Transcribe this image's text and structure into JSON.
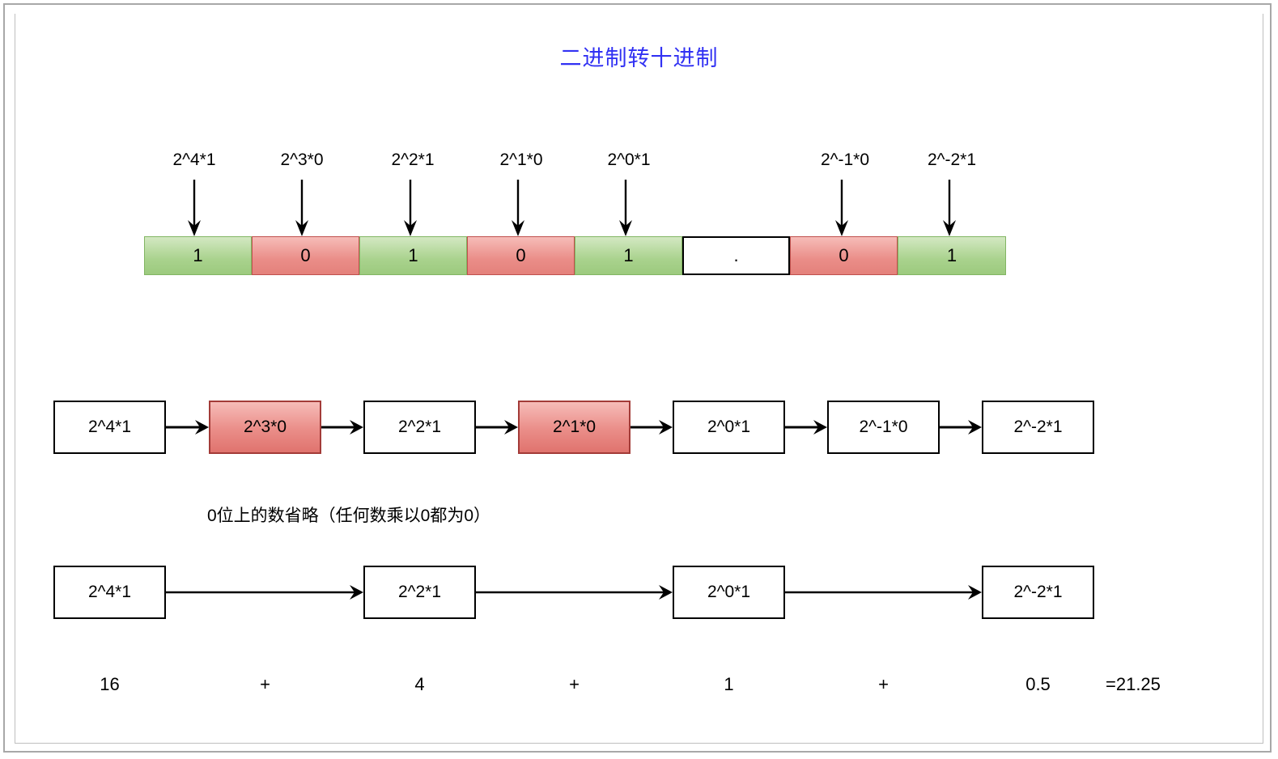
{
  "title": "二进制转十进制",
  "theme": {
    "title_color": "#3131f3",
    "one_cell_color": "#9cca7e",
    "zero_cell_color": "#e4817b",
    "box_border_color": "#000000",
    "frame_color": "#a8a8a8"
  },
  "power_labels": [
    "2^4*1",
    "2^3*0",
    "2^2*1",
    "2^1*0",
    "2^0*1",
    "2^-1*0",
    "2^-2*1"
  ],
  "binary_strip": {
    "cells": [
      {
        "value": "1",
        "kind": "one"
      },
      {
        "value": "0",
        "kind": "zero"
      },
      {
        "value": "1",
        "kind": "one"
      },
      {
        "value": "0",
        "kind": "zero"
      },
      {
        "value": "1",
        "kind": "one"
      },
      {
        "value": ".",
        "kind": "dot"
      },
      {
        "value": "0",
        "kind": "zero"
      },
      {
        "value": "1",
        "kind": "one"
      }
    ]
  },
  "flow_row_full": {
    "boxes": [
      {
        "label": "2^4*1",
        "highlighted": false
      },
      {
        "label": "2^3*0",
        "highlighted": true
      },
      {
        "label": "2^2*1",
        "highlighted": false
      },
      {
        "label": "2^1*0",
        "highlighted": true
      },
      {
        "label": "2^0*1",
        "highlighted": false
      },
      {
        "label": "2^-1*0",
        "highlighted": false
      },
      {
        "label": "2^-2*1",
        "highlighted": false
      }
    ]
  },
  "note": "0位上的数省略（任何数乘以0都为0）",
  "flow_row_reduced": {
    "boxes": [
      {
        "label": "2^4*1"
      },
      {
        "label": "2^2*1"
      },
      {
        "label": "2^0*1"
      },
      {
        "label": "2^-2*1"
      }
    ]
  },
  "sum_row": {
    "terms": [
      "16",
      "4",
      "1",
      "0.5"
    ],
    "operator": "+",
    "result": "=21.25"
  }
}
